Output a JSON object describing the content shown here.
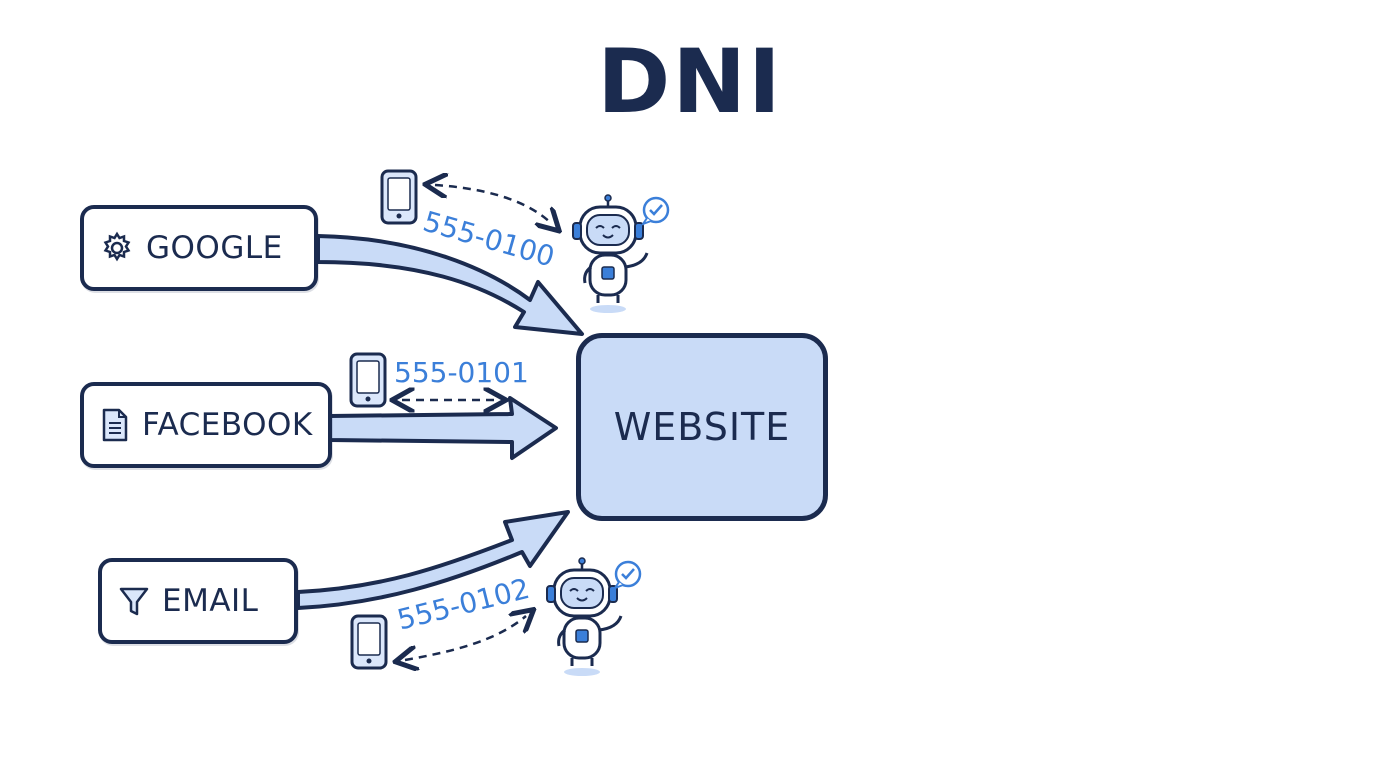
{
  "title": "DNI",
  "sources": [
    {
      "label": "GOOGLE",
      "icon": "gear-icon"
    },
    {
      "label": "FACEBOOK",
      "icon": "document-icon"
    },
    {
      "label": "EMAIL",
      "icon": "funnel-icon"
    }
  ],
  "destination": {
    "label": "WEBSITE"
  },
  "phone_numbers": [
    "555-0100",
    "555-0101",
    "555-0102"
  ],
  "colors": {
    "outline": "#1b2b4f",
    "accent_blue": "#3b7fd9",
    "arrow_fill": "#c9dbf7",
    "website_fill": "#c9dbf7"
  }
}
